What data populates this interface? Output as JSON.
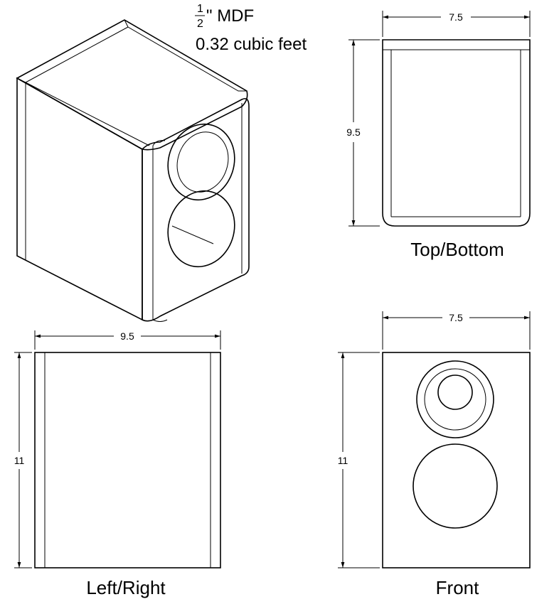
{
  "material_note": {
    "fraction_numerator": "1",
    "fraction_denominator": "2",
    "material": "\" MDF",
    "volume": "0.32 cubic feet"
  },
  "top_bottom_view": {
    "label": "Top/Bottom",
    "width_dim": "7.5",
    "depth_dim": "9.5"
  },
  "left_right_view": {
    "label": "Left/Right",
    "width_dim": "9.5",
    "height_dim": "11"
  },
  "front_view": {
    "label": "Front",
    "width_dim": "7.5",
    "height_dim": "11"
  }
}
